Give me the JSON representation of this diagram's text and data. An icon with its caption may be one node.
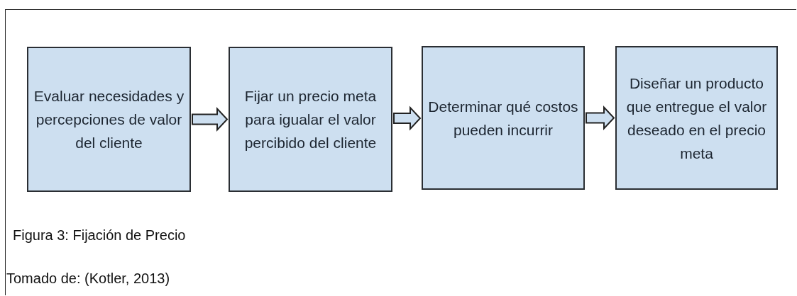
{
  "diagram": {
    "caption": "Figura 3: Fijación de Precio",
    "nodes": [
      {
        "text": [
          "Evaluar necesidades y percepciones de valor del cliente"
        ]
      },
      {
        "text": [
          "Fijar un precio meta para igualar el valor percibido del cliente"
        ]
      },
      {
        "text": [
          "Determinar qué costos pueden incurrir"
        ]
      },
      {
        "text": [
          "Diseñar un producto que entregue el valor deseado en el precio meta"
        ]
      }
    ],
    "edges": [
      {
        "from": 0,
        "to": 1,
        "arrow": "to"
      },
      {
        "from": 1,
        "to": 2,
        "arrow": "to"
      },
      {
        "from": 2,
        "to": 3,
        "arrow": "to"
      }
    ],
    "labels": [
      "Tomado de: (Kotler, 2013)"
    ]
  }
}
